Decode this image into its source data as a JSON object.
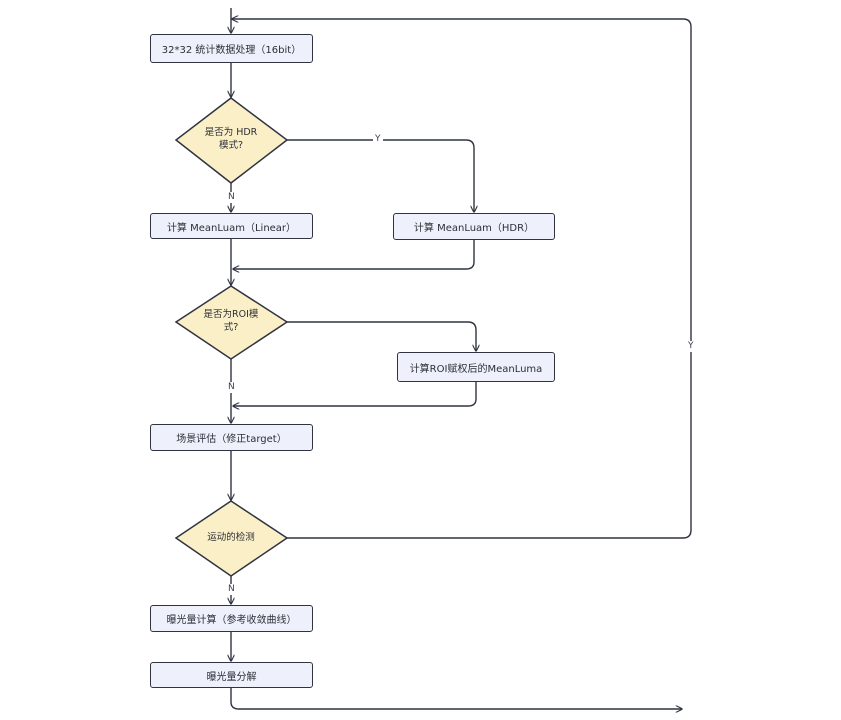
{
  "nodes": {
    "stats": "32*32 统计数据处理（16bit）",
    "hdr_q": "是否为 HDR\n模式?",
    "mean_linear": "计算 MeanLuam（Linear）",
    "mean_hdr": "计算 MeanLuam（HDR）",
    "roi_q": "是否为ROI模\n式?",
    "roi_mean": "计算ROI赋权后的MeanLuma",
    "scene": "场景评估（修正target）",
    "motion_q": "运动的检测",
    "exposure": "曝光量计算（参考收敛曲线）",
    "split": "曝光量分解"
  },
  "edges": {
    "hdr_yes": "Y",
    "hdr_no": "N",
    "roi_no": "N",
    "motion_no": "N",
    "motion_yes": "Y"
  },
  "colors": {
    "box_fill": "#eef1fb",
    "diamond_fill": "#fbefc8",
    "stroke": "#2f3440"
  }
}
